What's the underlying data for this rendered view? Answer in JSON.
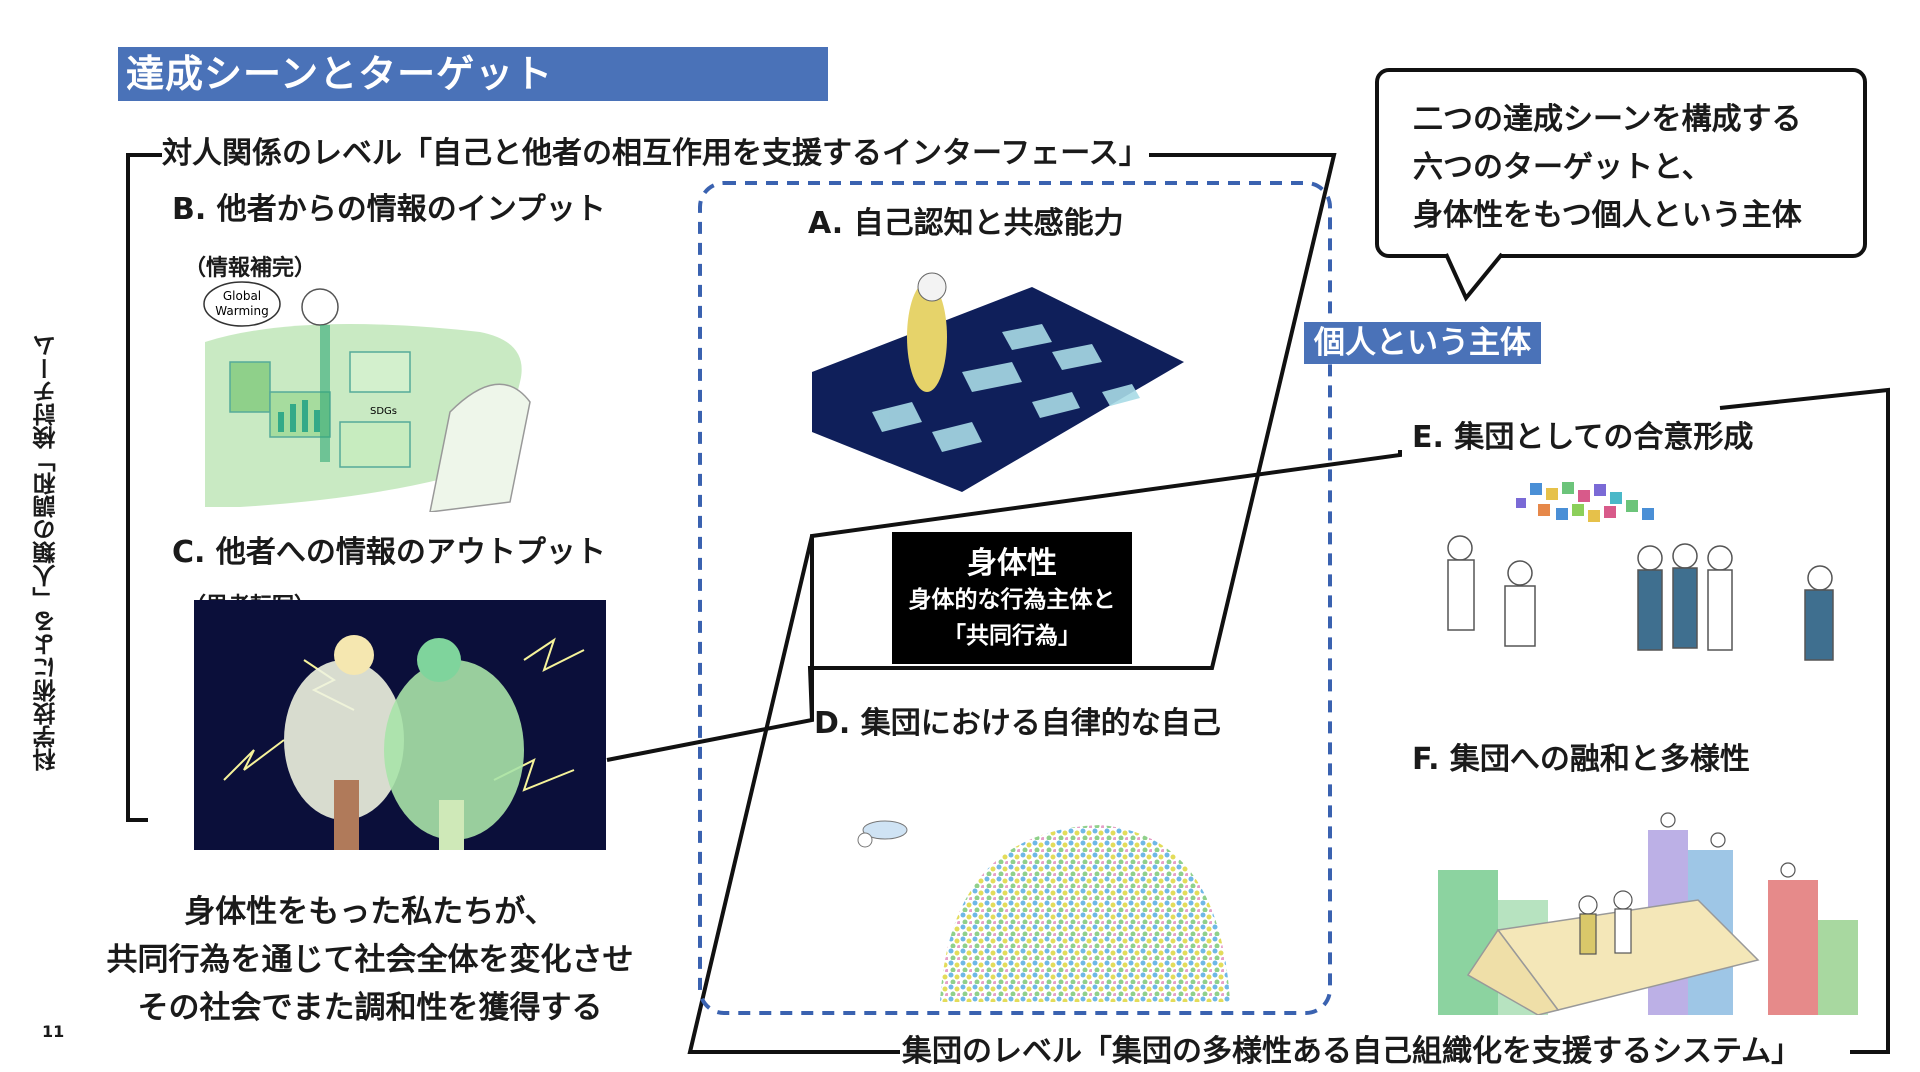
{
  "title": "達成シーンとターゲット",
  "levels": {
    "interpersonal": "対人関係のレベル「自己と他者の相互作用を支援するインターフェース」",
    "group": "集団のレベル「集団の多様性ある自己組織化を支援するシステム」"
  },
  "targets": {
    "a": {
      "title": "A. 自己認知と共感能力"
    },
    "b": {
      "title": "B. 他者からの情報のインプット",
      "sub": "（情報補完）",
      "bubble_1": "Global",
      "bubble_2": "Warming",
      "sdg": "SDGs"
    },
    "c": {
      "title": "C. 他者への情報のアウトプット",
      "sub": "（思考転写）"
    },
    "d": {
      "title": "D. 集団における自律的な自己"
    },
    "e": {
      "title": "E. 集団としての合意形成"
    },
    "f": {
      "title": "F. 集団への融和と多様性"
    }
  },
  "callout": {
    "line1": "二つの達成シーンを構成する",
    "line2": "六つのターゲットと、",
    "line3": "身体性をもつ個人という主体"
  },
  "individual_badge": "個人という主体",
  "physicality": {
    "title": "身体性",
    "line1": "身体的な行為主体と",
    "line2": "「共同行為」"
  },
  "bottom_text": {
    "line1": "身体性をもった私たちが、",
    "line2": "共同行為を通じて社会全体を変化させ",
    "line3": "その社会でまた調和性を獲得する"
  },
  "side_label": "科学技術による「人類の調和」検討チーム",
  "page_number": "11",
  "colors": {
    "accent_blue": "#4a72b8",
    "dashed_blue": "#3a62b0",
    "black": "#111111"
  }
}
